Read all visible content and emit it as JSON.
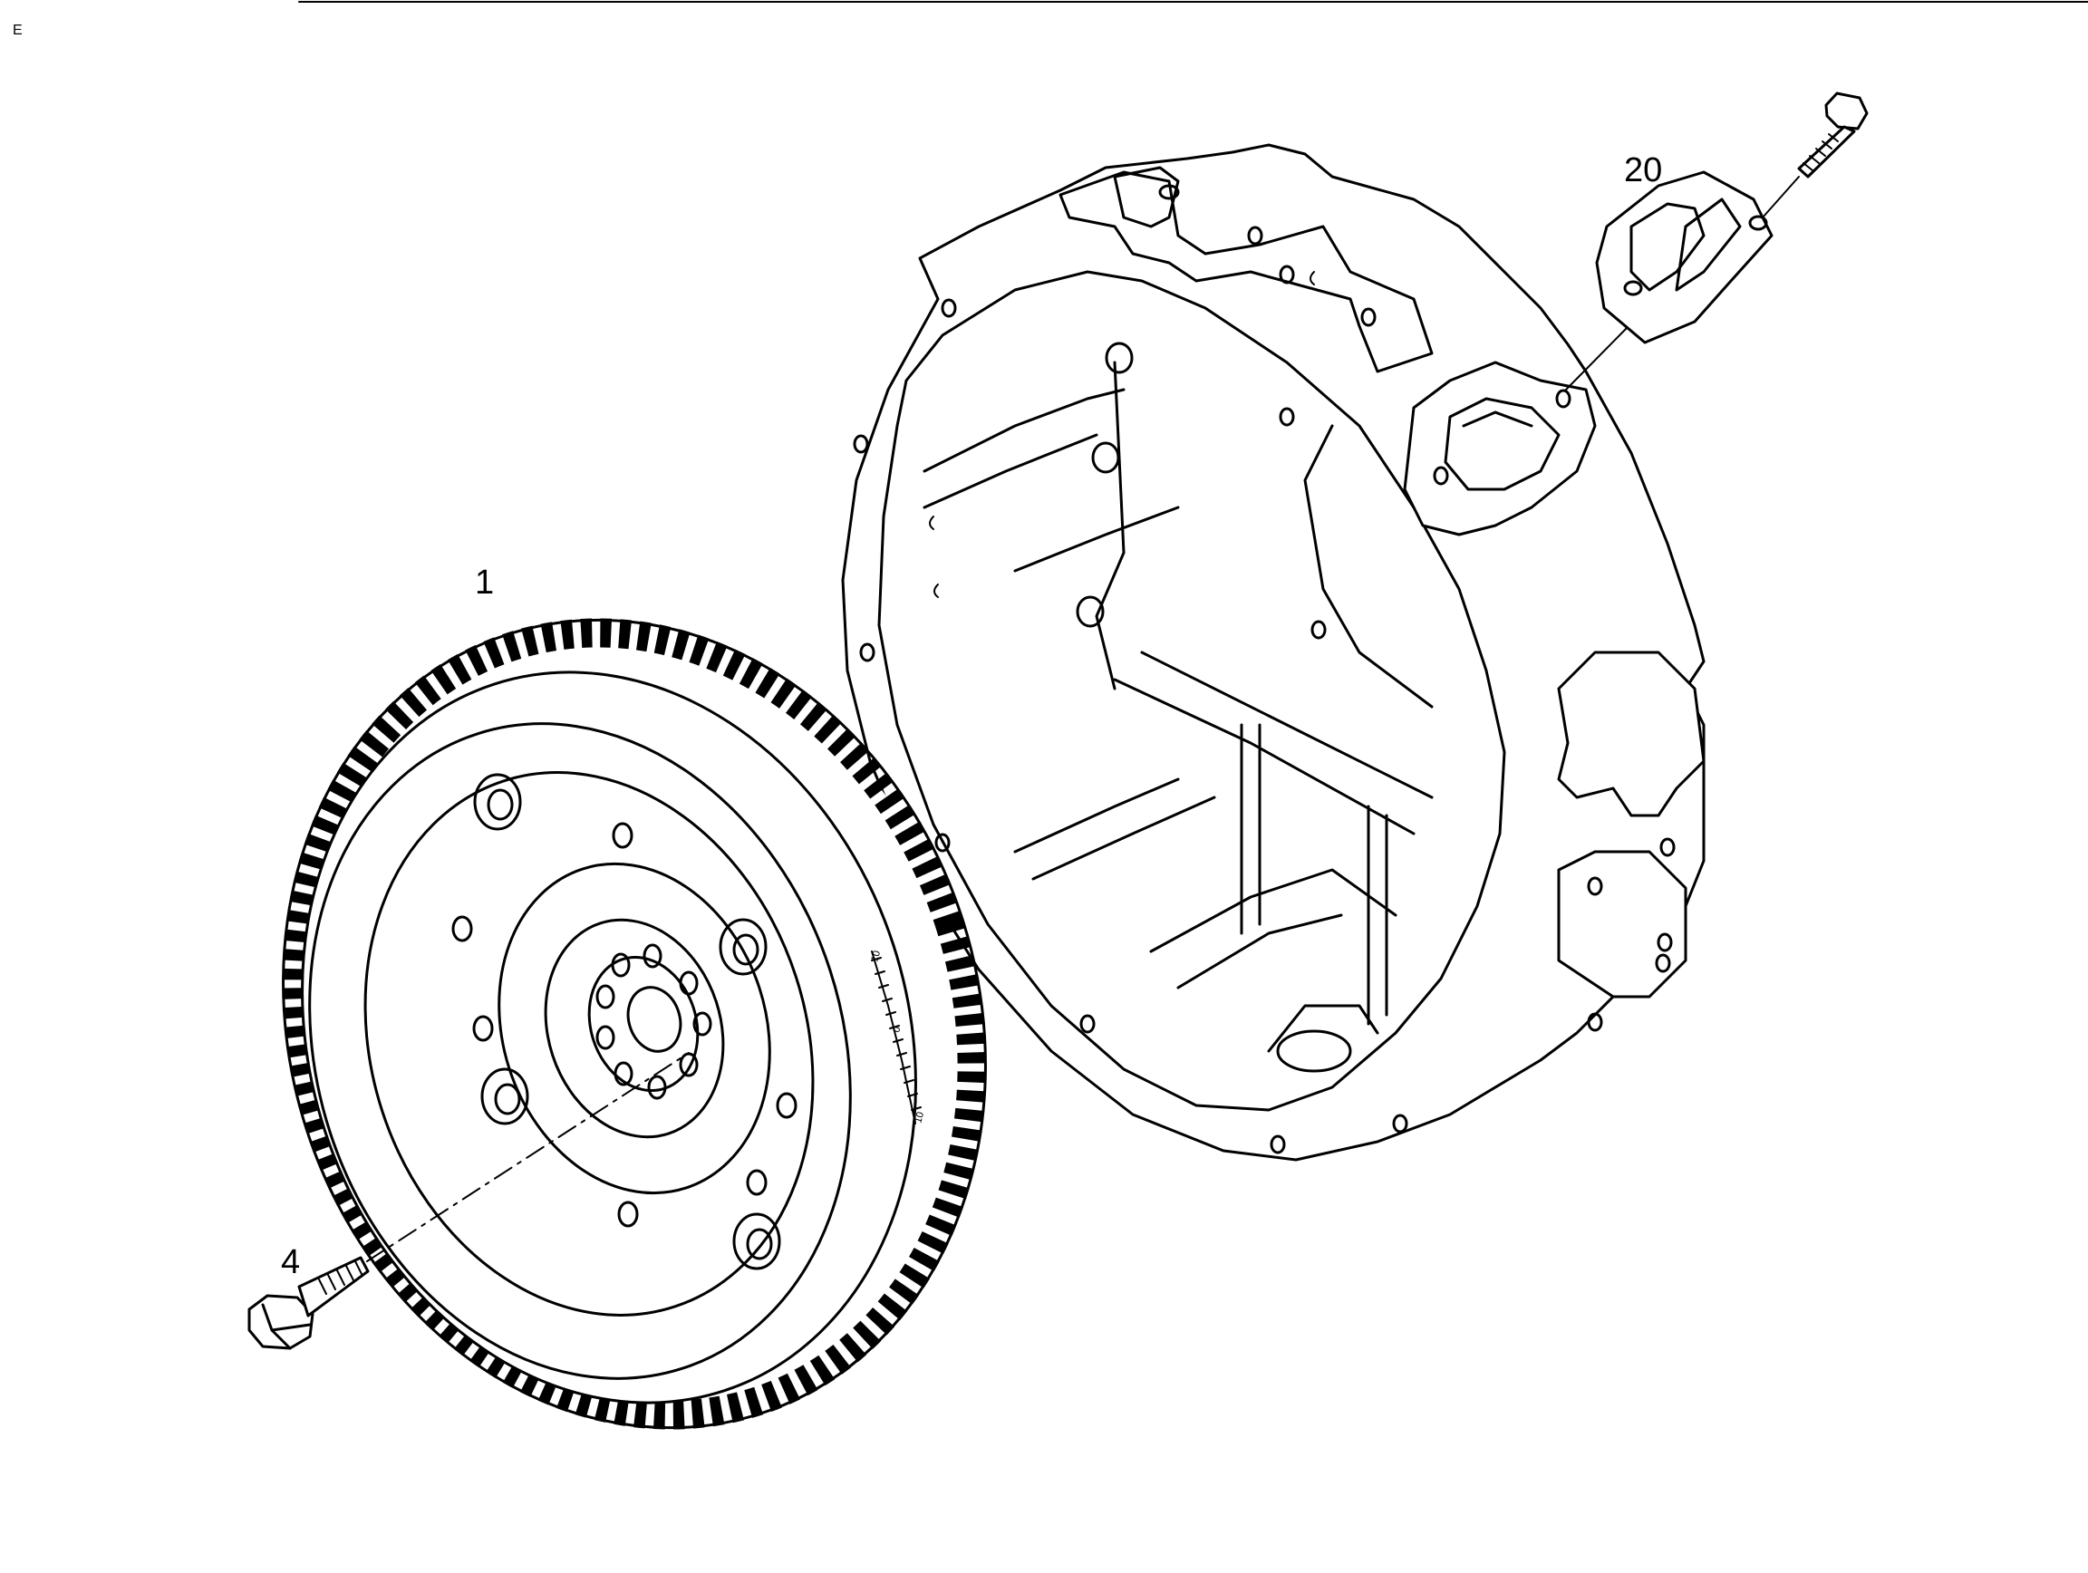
{
  "callouts": {
    "flywheel": "1",
    "flywheel_bolt": "4",
    "cover_plate": "20"
  },
  "scale_marks": [
    "10",
    "0",
    "10"
  ],
  "colors": {
    "line": "#000000",
    "background": "#ffffff"
  }
}
